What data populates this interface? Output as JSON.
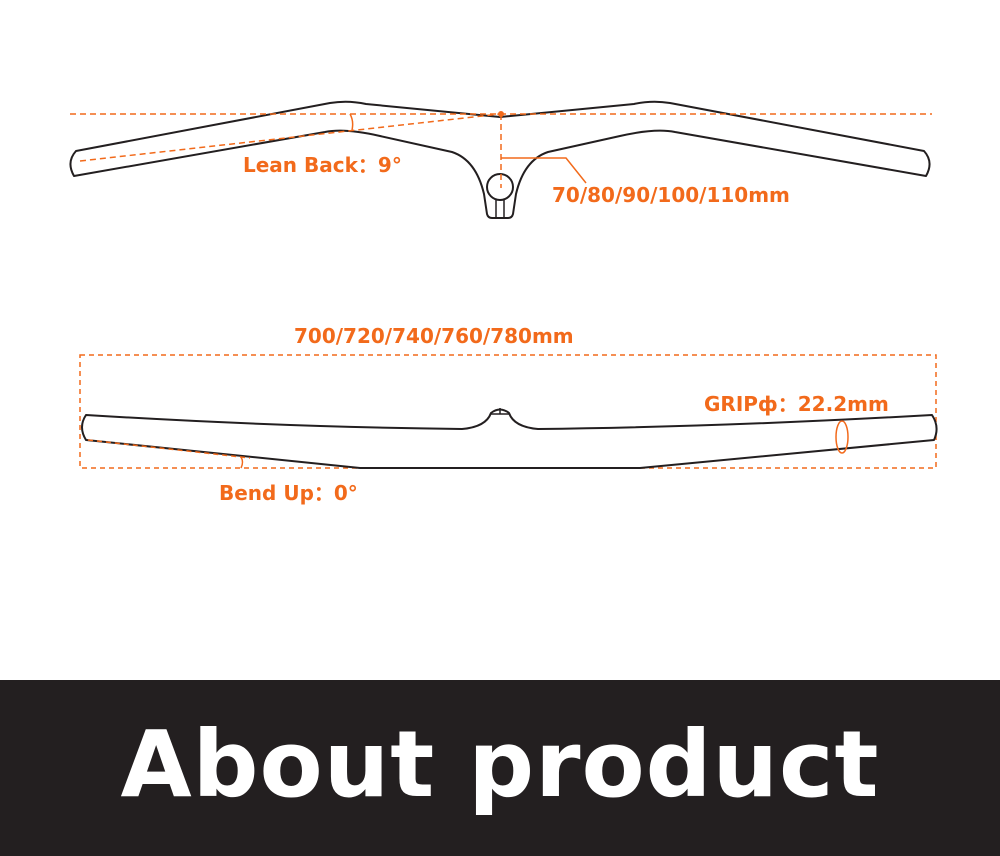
{
  "colors": {
    "accent": "#f26a1b",
    "outline": "#231f20",
    "banner_bg": "#231f20",
    "banner_text": "#ffffff"
  },
  "top_view": {
    "lean_back_label": "Lean Back：9°",
    "stem_length_label": "70/80/90/100/110mm"
  },
  "front_view": {
    "width_label": "700/720/740/760/780mm",
    "grip_label": "GRIPф：22.2mm",
    "bend_up_label": "Bend Up：0°"
  },
  "banner": {
    "title": "About product"
  }
}
